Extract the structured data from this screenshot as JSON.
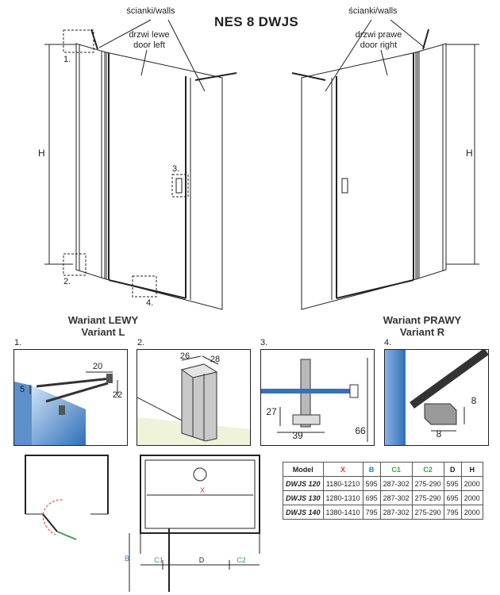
{
  "title": "NES 8 DWJS",
  "labels": {
    "walls_left": "ścianki/walls",
    "walls_right": "ścianki/walls",
    "door_left_pl": "drzwi lewe",
    "door_left_en": "door left",
    "door_right_pl": "drzwi prawe",
    "door_right_en": "door right",
    "height_left": "H",
    "height_right": "H"
  },
  "callouts": [
    "1.",
    "2.",
    "3.",
    "4."
  ],
  "variants": {
    "left_pl": "Wariant LEWY",
    "left_en": "Variant L",
    "right_pl": "Wariant PRAWY",
    "right_en": "Variant R"
  },
  "details": [
    {
      "number": "1.",
      "dims": [
        "20",
        "5",
        "22"
      ]
    },
    {
      "number": "2.",
      "dims": [
        "26",
        "28"
      ]
    },
    {
      "number": "3.",
      "dims": [
        "27",
        "39",
        "66"
      ]
    },
    {
      "number": "4.",
      "dims": [
        "8",
        "8"
      ]
    }
  ],
  "plan": {
    "x": "X",
    "b": "B",
    "c1": "C1",
    "d": "D",
    "c2": "C2"
  },
  "table": {
    "headers": [
      {
        "text": "Model",
        "color": "#222222"
      },
      {
        "text": "X",
        "color": "#d63a2f"
      },
      {
        "text": "B",
        "color": "#2a7fc0"
      },
      {
        "text": "C1",
        "color": "#3aa04a"
      },
      {
        "text": "C2",
        "color": "#3aa04a"
      },
      {
        "text": "D",
        "color": "#222222"
      },
      {
        "text": "H",
        "color": "#222222"
      }
    ],
    "rows": [
      [
        "DWJS 120",
        "1180-1210",
        "595",
        "287-302",
        "275-290",
        "595",
        "2000"
      ],
      [
        "DWJS 130",
        "1280-1310",
        "695",
        "287-302",
        "275-290",
        "695",
        "2000"
      ],
      [
        "DWJS 140",
        "1380-1410",
        "795",
        "287-302",
        "275-290",
        "795",
        "2000"
      ]
    ]
  }
}
